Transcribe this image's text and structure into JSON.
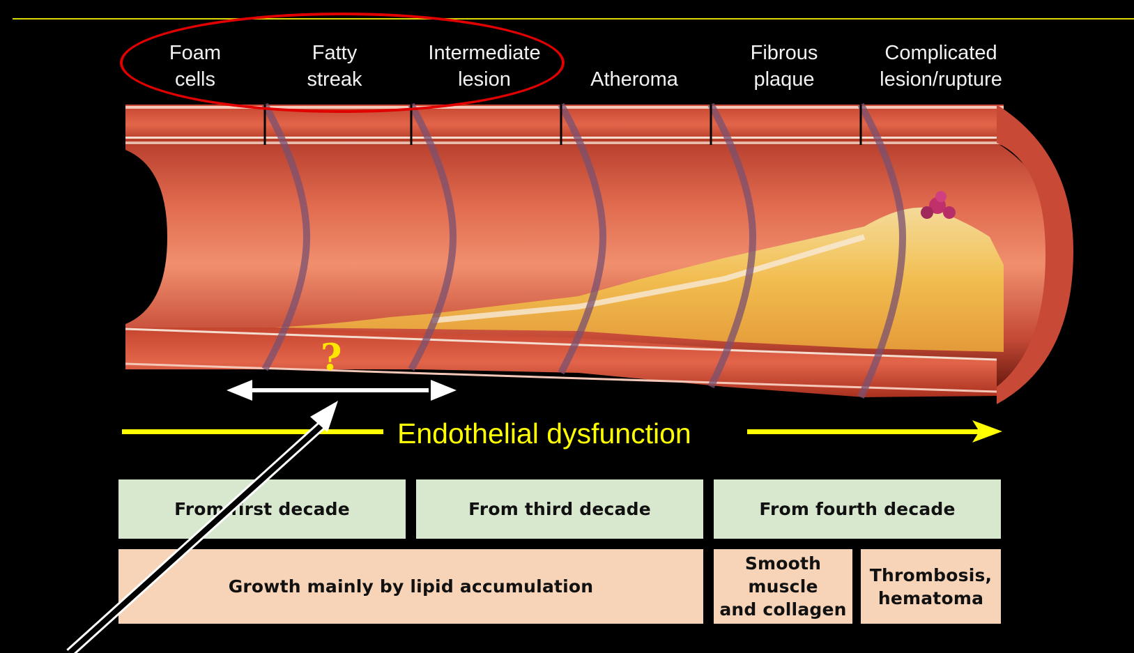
{
  "stages": [
    {
      "label": "Foam\ncells"
    },
    {
      "label": "Fatty\nstreak"
    },
    {
      "label": "Intermediate\nlesion"
    },
    {
      "label": "Atheroma"
    },
    {
      "label": "Fibrous\nplaque"
    },
    {
      "label": "Complicated\nlesion/rupture"
    }
  ],
  "question_mark": "?",
  "endothelial_label": "Endothelial dysfunction",
  "timeline": {
    "first": "From first decade",
    "third": "From third decade",
    "fourth": "From fourth decade"
  },
  "growth": {
    "lipid": "Growth mainly by lipid accumulation",
    "muscle": "Smooth muscle\nand collagen",
    "thrombosis": "Thrombosis,\nhematoma"
  },
  "colors": {
    "highlight_ellipse": "#e00000",
    "endothelial_arrow": "#ffff00",
    "timeline_box": "#d8e8cf",
    "growth_box": "#f7d4b8"
  }
}
